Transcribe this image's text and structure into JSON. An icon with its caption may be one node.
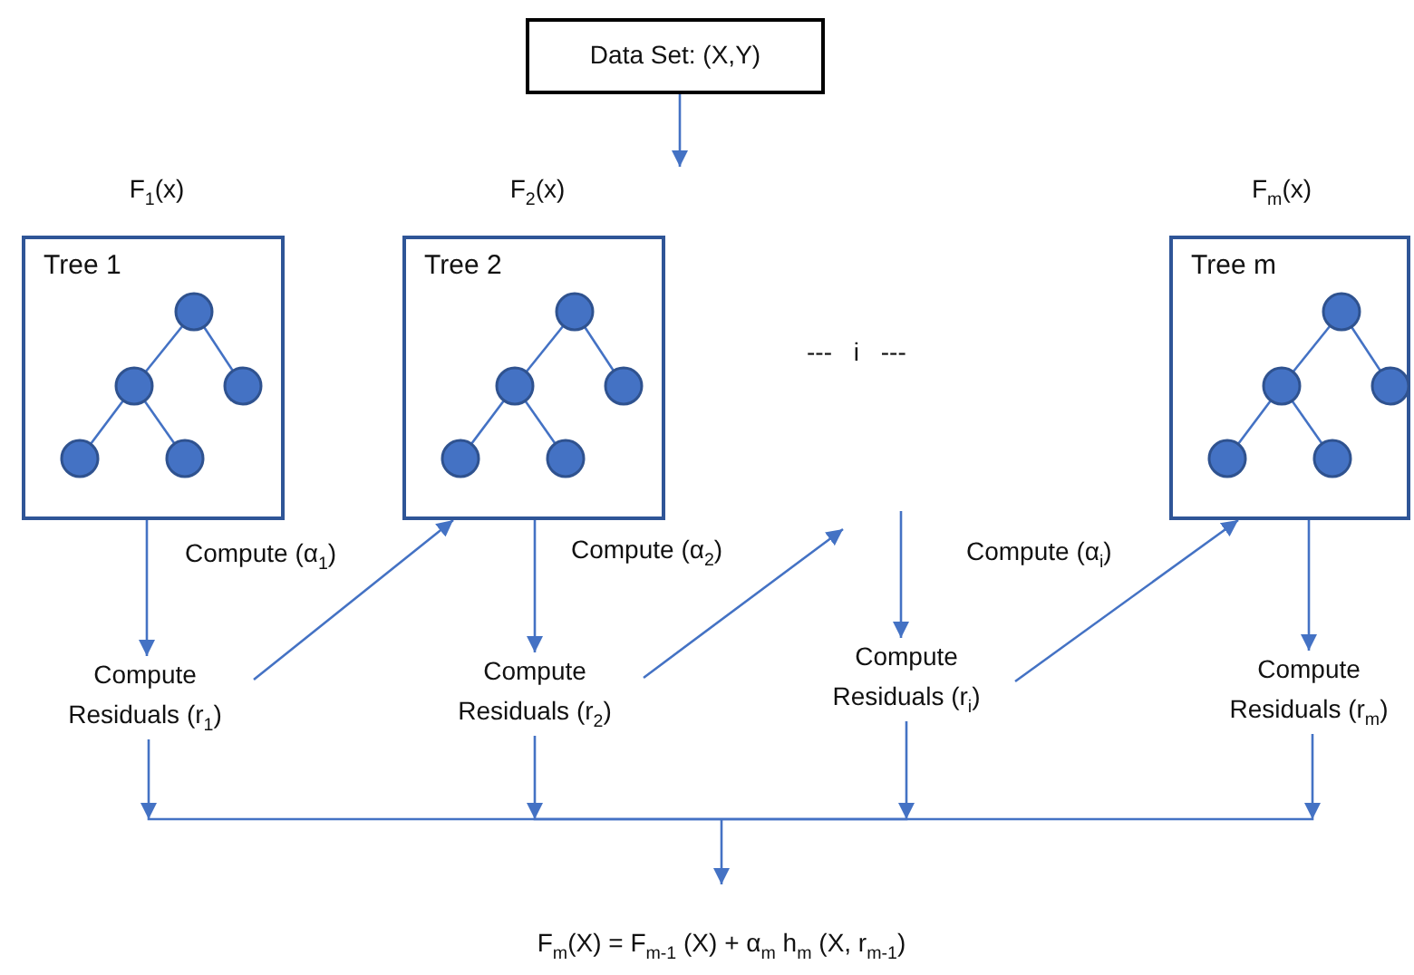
{
  "diagram": {
    "nodes": [
      {
        "text": [
          "Data Set: (X,Y)"
        ]
      },
      {
        "text": [
          "Tree 1"
        ],
        "beside": [
          "F$_{1}$(x)"
        ]
      },
      {
        "text": [
          "Tree 2"
        ],
        "beside": [
          "F$_{2}$(x)"
        ]
      },
      {
        "text": [
          "Tree m"
        ],
        "beside": [
          "F$_{m}$(x)"
        ]
      },
      {
        "text": [
          "Compute Residuals (r$_{1}$)"
        ]
      },
      {
        "text": [
          "Compute Residuals (r$_{2}$)"
        ]
      },
      {
        "text": [
          "Compute Residuals (r$_{i}$)"
        ]
      },
      {
        "text": [
          "Compute Residuals (r$_{m}$)"
        ]
      },
      {
        "text": [
          "F$_{m}$(X) = F$_{m-1}$ (X) + α$_{m}$ h$_{m}$ (X, r$_{m-1}$)"
        ]
      }
    ],
    "edges": [
      {
        "from": 0,
        "to": null,
        "arrow": "to"
      },
      {
        "from": 1,
        "to": 4,
        "arrow": "to"
      },
      {
        "from": 4,
        "to": 2,
        "arrow": "to",
        "label": "Compute (α$_{1}$)"
      },
      {
        "from": 2,
        "to": 5,
        "arrow": "to"
      },
      {
        "from": 5,
        "to": null,
        "arrow": "to",
        "label": "Compute (α$_{2}$)"
      },
      {
        "from": null,
        "to": 6,
        "arrow": "to"
      },
      {
        "from": 6,
        "to": 3,
        "arrow": "to",
        "label": "Compute (α$_{i}$)"
      },
      {
        "from": 3,
        "to": 7,
        "arrow": "to"
      },
      {
        "from": 4,
        "to": 8,
        "arrow": "to"
      },
      {
        "from": 5,
        "to": 8,
        "arrow": "to"
      },
      {
        "from": 6,
        "to": 8,
        "arrow": "to"
      },
      {
        "from": 7,
        "to": 8,
        "arrow": "to"
      }
    ],
    "labels": [
      "--- i ---"
    ]
  }
}
